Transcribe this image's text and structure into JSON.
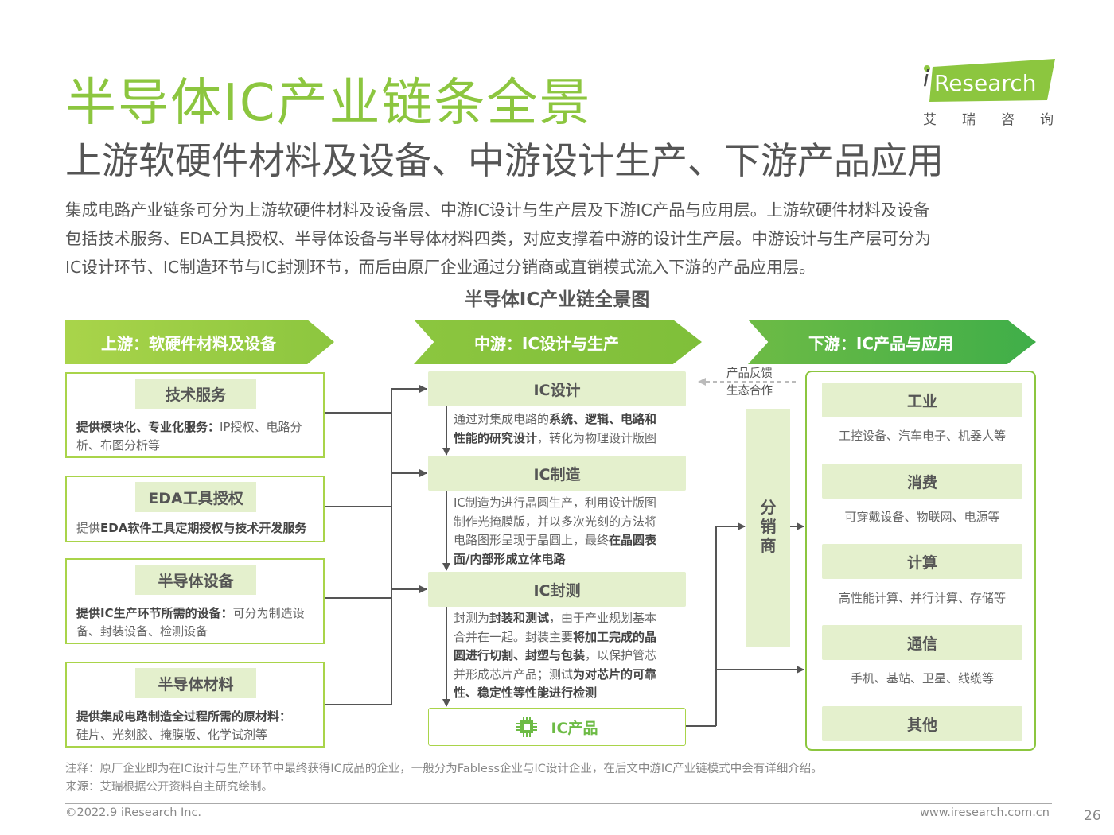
{
  "header": {
    "title": "半导体IC产业链条全景",
    "subtitle": "上游软硬件材料及设备、中游设计生产、下游产品应用"
  },
  "logo": {
    "brand": "Research",
    "cn": "艾瑞咨询"
  },
  "intro": [
    "集成电路产业链条可分为上游软硬件材料及设备层、中游IC设计与生产层及下游IC产品与应用层。上游软硬件材料及设备",
    "包括技术服务、EDA工具授权、半导体设备与半导体材料四类，对应支撑着中游的设计生产层。中游设计与生产层可分为",
    "IC设计环节、IC制造环节与IC封测环节，而后由原厂企业通过分销商或直销模式流入下游的产品应用层。"
  ],
  "diagram_title": "半导体IC产业链全景图",
  "layers": {
    "upstream": "上游：软硬件材料及设备",
    "midstream": "中游：IC设计与生产",
    "downstream": "下游：IC产品与应用"
  },
  "upstream": [
    {
      "label": "技术服务",
      "bold": "提供模块化、专业化服务：",
      "line1": "IP授权、电路分",
      "line2": "析、布图分析等"
    },
    {
      "label": "EDA工具授权",
      "prefix": "提供",
      "bold": "EDA软件工具定期授权与技术开发服务"
    },
    {
      "label": "半导体设备",
      "bold": "提供IC生产环节所需的设备：",
      "line1": "可分为制造设",
      "line2": "备、封装设备、检测设备"
    },
    {
      "label": "半导体材料",
      "bold": "提供集成电路制造全过程所需的原材料：",
      "line2": "硅片、光刻胶、掩膜版、化学试剂等"
    }
  ],
  "midstream": {
    "design": {
      "label": "IC设计",
      "l1a": "通过对集成电路的",
      "l1b": "系统、逻辑、电路和",
      "l2a": "性能的研究设计",
      "l2b": "，转化为物理设计版图"
    },
    "manufacture": {
      "label": "IC制造",
      "l1": "IC制造为进行晶圆生产，利用设计版图",
      "l2": "制作光掩膜版，并以多次光刻的方法将",
      "l3a": "电路图形呈现于晶圆上，最终",
      "l3b": "在晶圆表",
      "l4": "面/内部形成立体电路"
    },
    "packaging": {
      "label": "IC封测",
      "l1a": "封测为",
      "l1b": "封装和测试",
      "l1c": "，由于产业规划基本",
      "l2a": "合并在一起。封装主要",
      "l2b": "将加工完成的晶",
      "l3a": "圆进行切割、封塑与包装",
      "l3b": "，以保护管芯",
      "l4a": "并形成芯片产品；测试",
      "l4b": "为对芯片的可靠",
      "l5": "性、稳定性等性能进行检测"
    },
    "product": {
      "label": "IC产品",
      "icon": "chip-icon"
    }
  },
  "distributor": {
    "chars": [
      "分",
      "销",
      "商"
    ],
    "feedback": [
      "产品反馈",
      "生态合作"
    ]
  },
  "downstream": [
    {
      "label": "工业",
      "desc": "工控设备、汽车电子、机器人等"
    },
    {
      "label": "消费",
      "desc": "可穿戴设备、物联网、电源等"
    },
    {
      "label": "计算",
      "desc": "高性能计算、并行计算、存储等"
    },
    {
      "label": "通信",
      "desc": "手机、基站、卫星、线缆等"
    },
    {
      "label": "其他",
      "desc": ""
    }
  ],
  "footer": {
    "note": "注释：原厂企业即为在IC设计与生产环节中最终获得IC成品的企业，一般分为Fabless企业与IC设计企业，在后文中游IC产业链模式中会有详细介绍。",
    "source": "来源：艾瑞根据公开资料自主研究绘制。",
    "copyright": "©2022.9 iResearch Inc.",
    "website": "www.iresearch.com.cn",
    "page": "26"
  },
  "colors": {
    "green": "#8cc63f",
    "light_green": "#e4f0cd",
    "line": "#555555"
  }
}
